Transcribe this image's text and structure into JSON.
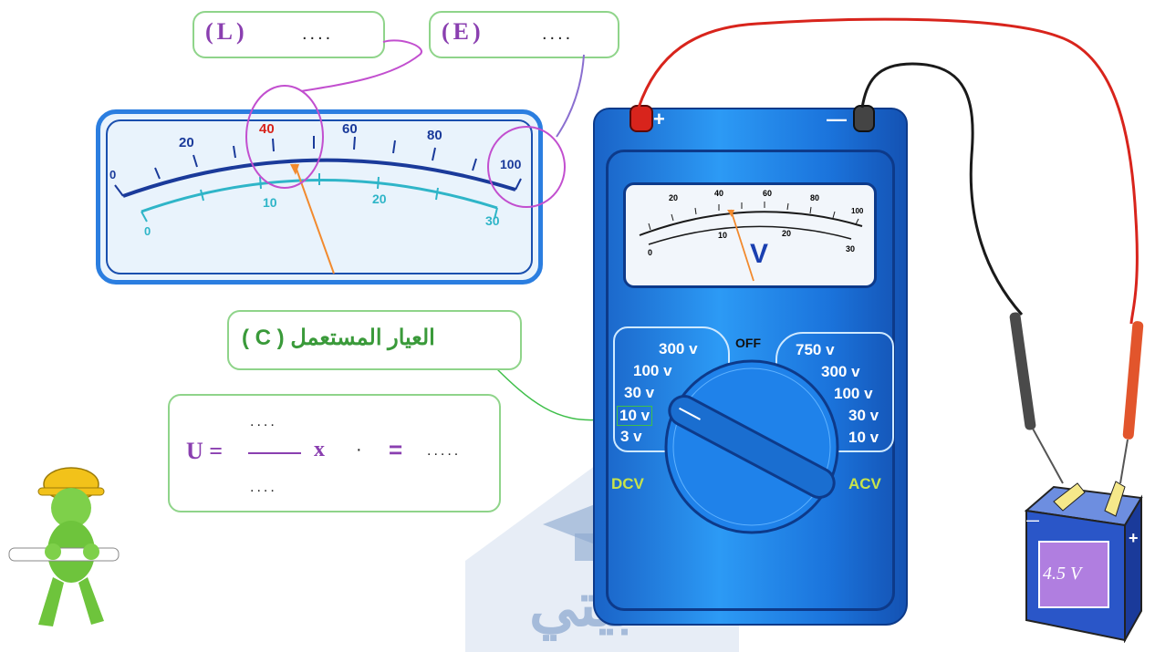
{
  "callouts": {
    "L": {
      "tag": "(L)",
      "value": "...."
    },
    "E": {
      "tag": "(E)",
      "value": "...."
    },
    "C": {
      "text": "العيار المستعمل ( C )"
    }
  },
  "formula": {
    "lhs": "U =",
    "numerator": "....",
    "denominator": "....",
    "times": "x",
    "mid": "·",
    "equals": "=",
    "result": "....."
  },
  "large_scale": {
    "outer_ticks": [
      "0",
      "20",
      "40",
      "60",
      "80",
      "100"
    ],
    "inner_ticks": [
      "0",
      "10",
      "20",
      "30"
    ],
    "highlight_tick": "40"
  },
  "meter": {
    "terminal_plus": "+",
    "terminal_minus": "—",
    "small_scale_outer": [
      "20",
      "40",
      "60",
      "80",
      "100"
    ],
    "small_scale_inner": [
      "0",
      "10",
      "20",
      "30"
    ],
    "unit": "V",
    "off_label": "OFF",
    "dcv_label": "DCV",
    "acv_label": "ACV",
    "dc_ranges": [
      "300 v",
      "100 v",
      "30 v",
      "10 v",
      "3 v"
    ],
    "ac_ranges": [
      "750 v",
      "300 v",
      "100 v",
      "30 v",
      "10 v"
    ],
    "selected_range": "10 v"
  },
  "battery": {
    "label": "4.5 V",
    "plus": "+",
    "minus": "—"
  },
  "watermark": {
    "text": "بيتي"
  },
  "colors": {
    "meter_body": "#1e7fe0",
    "callout_border": "#8fd48a",
    "tag_purple": "#8a3fb0",
    "needle": "#f28a2e",
    "lead_red": "#d8241c",
    "lead_black": "#1a1a1a",
    "dc_label": "#c8e34a",
    "ac_label": "#c8e34a"
  }
}
